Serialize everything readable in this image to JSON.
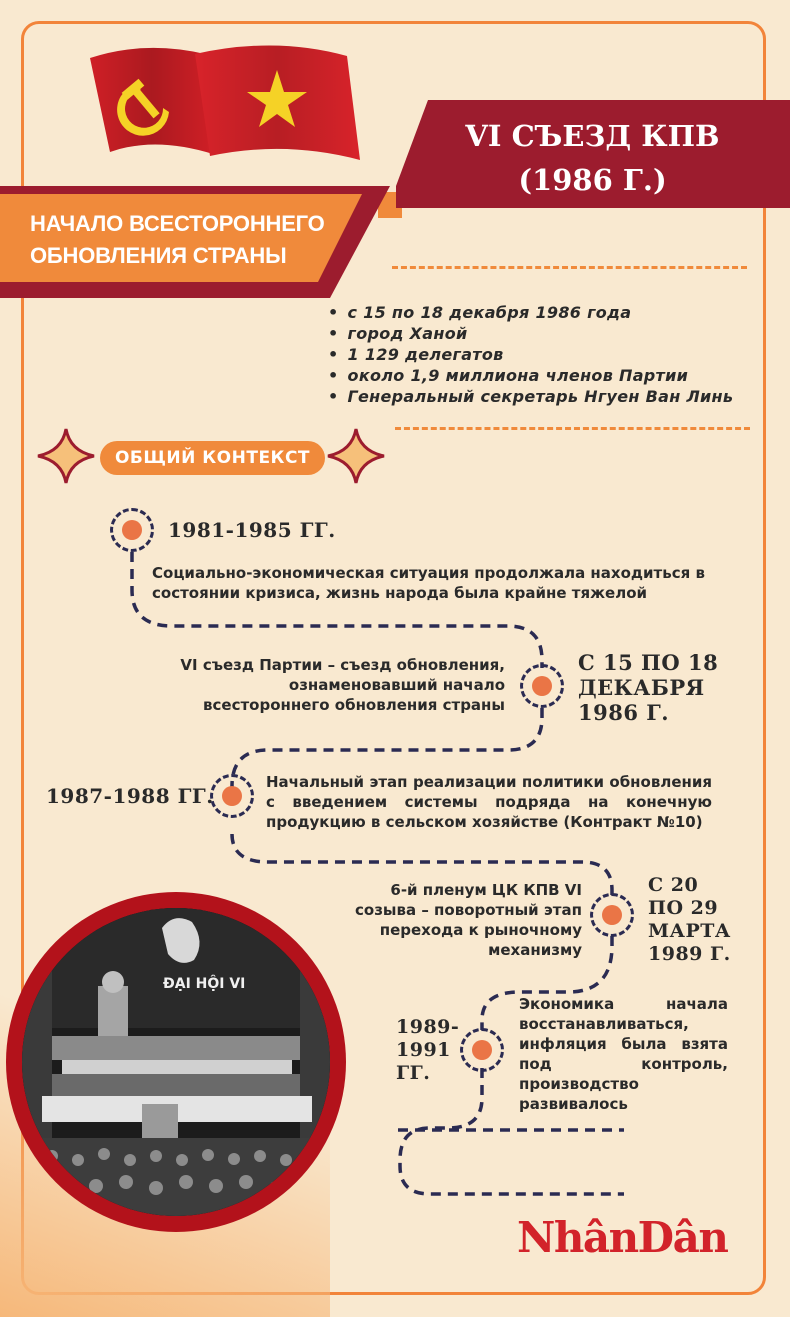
{
  "title": {
    "line1": "VI СЪЕЗД КПВ",
    "line2": "(1986 Г.)"
  },
  "subtitle": {
    "line1": "НАЧАЛО ВСЕСТОРОННЕГО",
    "line2": "ОБНОВЛЕНИЯ СТРАНЫ"
  },
  "facts": [
    "с 15 по 18 декабря 1986 года",
    "город Ханой",
    "1 129 делегатов",
    "около 1,9 миллиона членов Партии",
    "Генеральный секретарь Нгуен Ван Линь"
  ],
  "context_label": "ОБЩИЙ КОНТЕКСТ",
  "timeline": [
    {
      "date": "1981-1985 ГГ.",
      "text": "Социально-экономическая ситуация продолжала находиться в состоянии кризиса, жизнь народа была крайне тяжелой"
    },
    {
      "date_lines": [
        "С 15 ПО 18",
        "ДЕКАБРЯ",
        "1986 Г."
      ],
      "text_lines": [
        "VI съезд Партии – съезд обновления,",
        "ознаменовавший начало",
        "всестороннего обновления страны"
      ]
    },
    {
      "date": "1987-1988 ГГ.",
      "text": "Начальный этап реализации политики обновления с введением системы подряда на конечную продукцию в сельском хозяйстве (Контракт №10)"
    },
    {
      "date_lines": [
        "С 20",
        "ПО 29",
        "МАРТА",
        "1989 Г."
      ],
      "text_lines": [
        "6-й пленум ЦК КПВ VI",
        "созыва – поворотный этап",
        "перехода к рыночному",
        "механизму"
      ]
    },
    {
      "date_lines": [
        "1989-",
        "1991",
        "ГГ."
      ],
      "text": "Экономика начала восстанавливаться, инфляция была взята под контроль, производство развивалось"
    }
  ],
  "photo_caption": "ĐẠI HỘI VI",
  "logo": "NhânDân",
  "colors": {
    "dark_red": "#9c1c2e",
    "orange": "#f08a3b",
    "navy_dash": "#2b2b52",
    "dot": "#ea7546",
    "background": "#f9e9d0"
  }
}
